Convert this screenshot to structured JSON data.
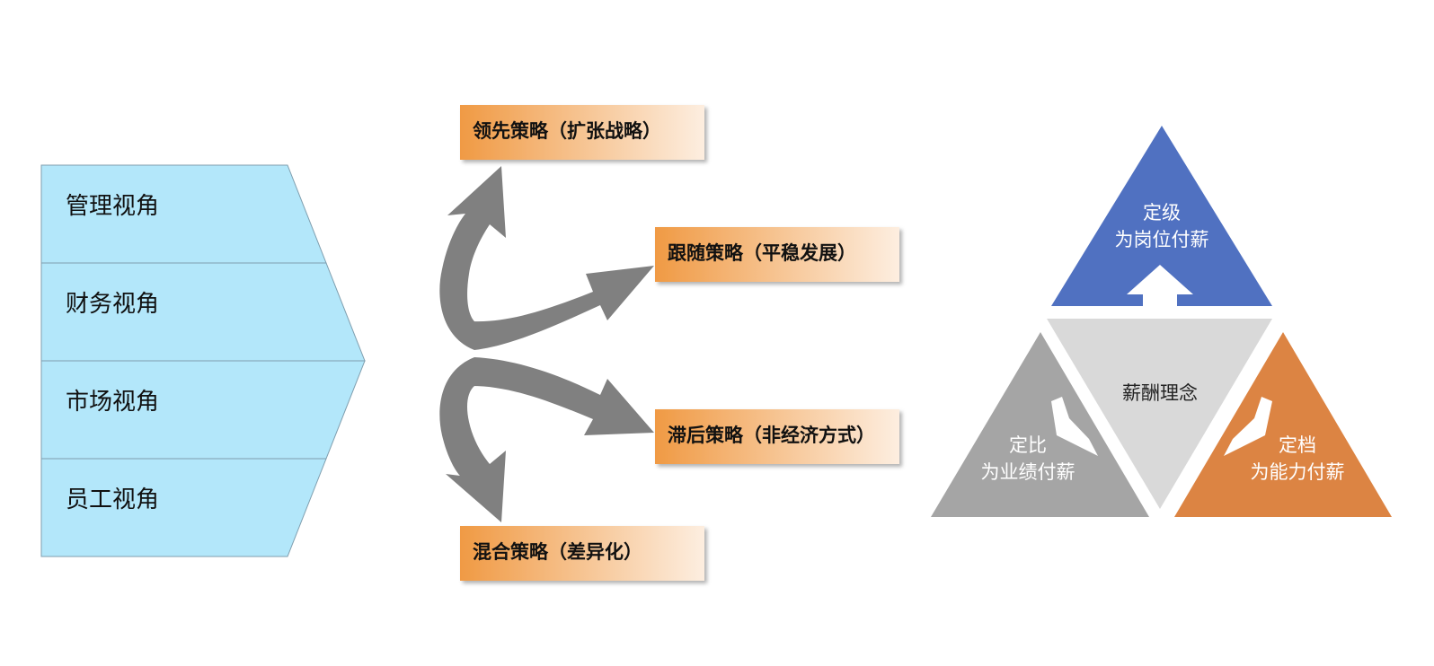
{
  "perspectives": {
    "items": [
      {
        "label": "管理视角"
      },
      {
        "label": "财务视角"
      },
      {
        "label": "市场视角"
      },
      {
        "label": "员工视角"
      }
    ]
  },
  "strategies": {
    "items": [
      {
        "label": "领先策略（扩张战略）"
      },
      {
        "label": "跟随策略（平稳发展）"
      },
      {
        "label": "滞后策略（非经济方式）"
      },
      {
        "label": "混合策略（差异化）"
      }
    ]
  },
  "philosophy": {
    "center": "薪酬理念",
    "top": {
      "line1": "定级",
      "line2": "为岗位付薪"
    },
    "left": {
      "line1": "定比",
      "line2": "为业绩付薪"
    },
    "right": {
      "line1": "定档",
      "line2": "为能力付薪"
    }
  },
  "colors": {
    "chevron_fill": "#b3e7fa",
    "chevron_stroke": "#7f9eae",
    "arrow_fill": "#808080",
    "box_gradient_start": "#f09a44",
    "box_gradient_end": "#fdeee0",
    "triangle_top": "#5071c1",
    "triangle_left": "#a5a5a5",
    "triangle_right": "#dc8443",
    "triangle_center": "#d9d9d9"
  }
}
